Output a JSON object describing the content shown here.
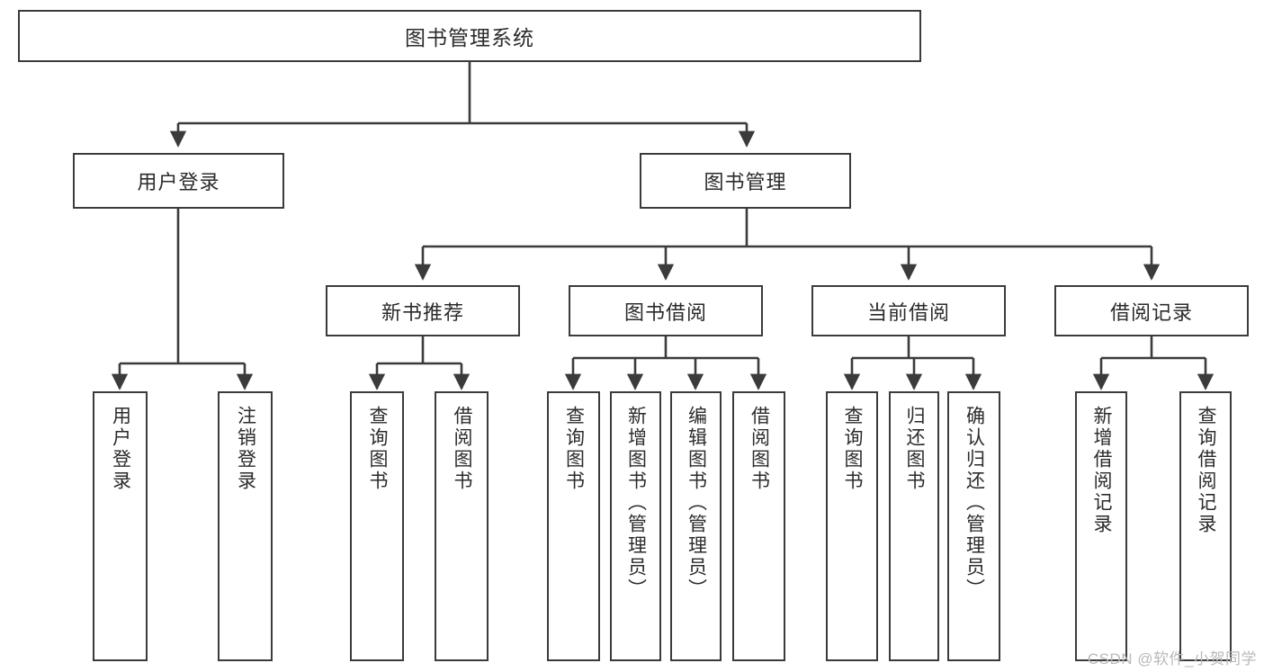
{
  "diagram": {
    "title": "图书管理系统",
    "type": "tree-hierarchy-diagram",
    "root": {
      "label": "图书管理系统"
    },
    "level1": [
      {
        "label": "用户登录"
      },
      {
        "label": "图书管理"
      }
    ],
    "level2": [
      {
        "label": "新书推荐"
      },
      {
        "label": "图书借阅"
      },
      {
        "label": "当前借阅"
      },
      {
        "label": "借阅记录"
      }
    ],
    "leaves": [
      {
        "label": "用户登录"
      },
      {
        "label": "注销登录"
      },
      {
        "label": "查询图书"
      },
      {
        "label": "借阅图书"
      },
      {
        "label": "查询图书"
      },
      {
        "label": "新增图书（管理员）"
      },
      {
        "label": "编辑图书（管理员）"
      },
      {
        "label": "借阅图书"
      },
      {
        "label": "查询图书"
      },
      {
        "label": "归还图书"
      },
      {
        "label": "确认归还（管理员）"
      },
      {
        "label": "新增借阅记录"
      },
      {
        "label": "查询借阅记录"
      }
    ],
    "colors": {
      "stroke": "#3b3b3b",
      "fill": "#ffffff",
      "text": "#2b2b2b",
      "watermark": "#b9b9b9"
    }
  },
  "watermark": {
    "text": "CSDN @软件_小贺同学"
  }
}
